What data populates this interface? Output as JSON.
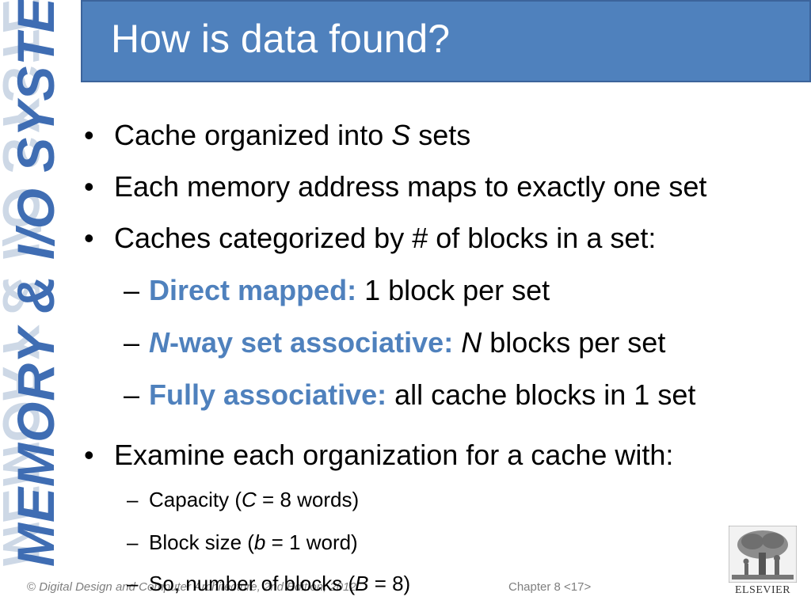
{
  "side_banner": {
    "text": "MEMORY & I/O SYSTEMS"
  },
  "title": "How is data found?",
  "bullets": [
    {
      "pre": "Cache organized into ",
      "var": "S",
      "post": " sets"
    },
    {
      "text": "Each memory address maps to exactly one set"
    },
    {
      "text": "Caches categorized by # of blocks in a set:"
    },
    {
      "label": "Direct mapped:",
      "rest": " 1 block per set"
    },
    {
      "label_var": "N",
      "label_rest": "-way set associative:",
      "rest_var": "N",
      "rest": " blocks per set"
    },
    {
      "label": "Fully associative:",
      "rest": " all cache blocks in 1 set"
    },
    {
      "text": "Examine each organization for a cache with:"
    },
    {
      "pre": "Capacity (",
      "var": "C",
      "post": " = 8 words)"
    },
    {
      "pre": "Block size (",
      "var": "b",
      "post": " = 1 word)"
    },
    {
      "pre": "So, number of blocks (",
      "var": "B",
      "post": " = 8)"
    }
  ],
  "bullet_glyph": "•",
  "dash_glyph": "–",
  "footer": {
    "copyright_symbol": "©",
    "copyright_text": "Digital Design and Computer Architecture, 2nd Edition, 2012",
    "chapter": "Chapter 8 <17>"
  },
  "logo": {
    "text": "ELSEVIER"
  },
  "colors": {
    "title_bar": "#4f81bd",
    "highlight": "#4f81bd",
    "side_text": "#3f6db3",
    "footer_text": "#7f7f7f"
  }
}
